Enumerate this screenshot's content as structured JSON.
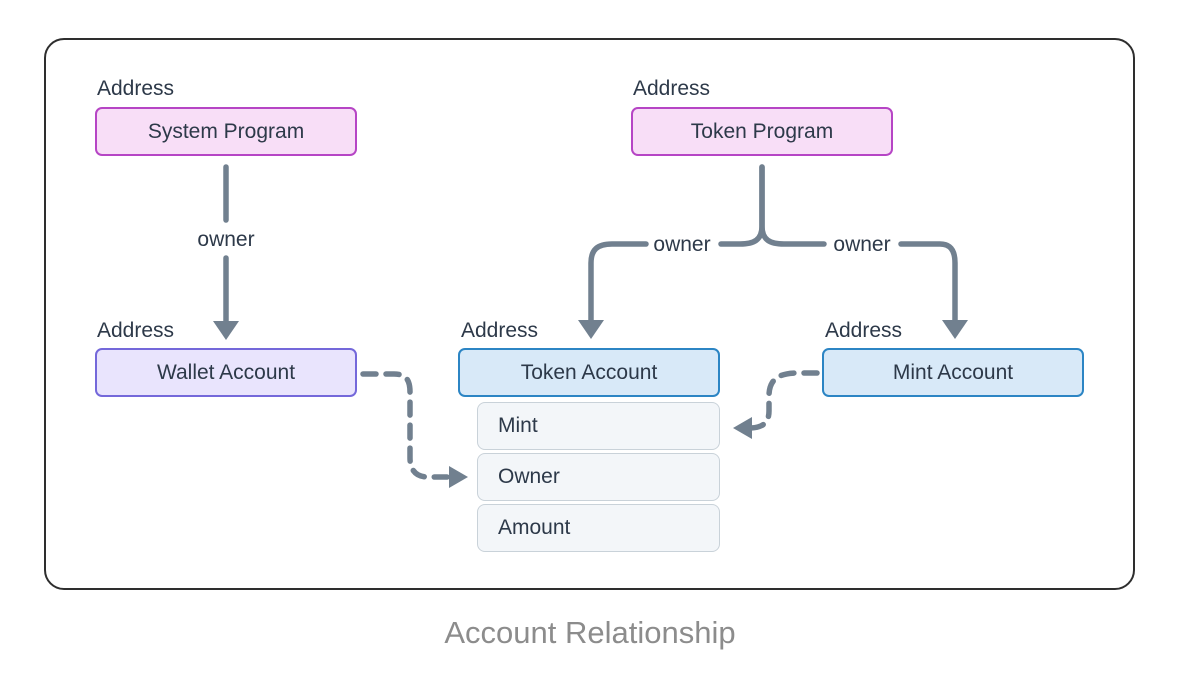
{
  "caption": "Account Relationship",
  "colors": {
    "bg": "#ffffff",
    "frame_border": "#2e2e2e",
    "arrow": "#71808f",
    "text": "#2d3949",
    "caption": "#8c8c8c",
    "program_fill": "#f8def7",
    "program_border": "#b645c5",
    "wallet_fill": "#e9e4fd",
    "wallet_border": "#7468da",
    "token_fill": "#d8e9f8",
    "token_border": "#2c85c4",
    "field_fill": "#f3f6f9",
    "field_border": "#c9d2d9"
  },
  "nodes": {
    "system_program": {
      "address_label": "Address",
      "label": "System Program"
    },
    "token_program": {
      "address_label": "Address",
      "label": "Token Program"
    },
    "wallet_account": {
      "address_label": "Address",
      "label": "Wallet Account"
    },
    "token_account": {
      "address_label": "Address",
      "label": "Token Account",
      "fields": [
        "Mint",
        "Owner",
        "Amount"
      ]
    },
    "mint_account": {
      "address_label": "Address",
      "label": "Mint Account"
    }
  },
  "edges": {
    "system_to_wallet": {
      "label": "owner",
      "style": "solid"
    },
    "token_program_to_token_account": {
      "label": "owner",
      "style": "solid"
    },
    "token_program_to_mint_account": {
      "label": "owner",
      "style": "solid"
    },
    "wallet_to_owner_field": {
      "style": "dashed"
    },
    "mint_account_to_mint_field": {
      "style": "dashed"
    }
  }
}
